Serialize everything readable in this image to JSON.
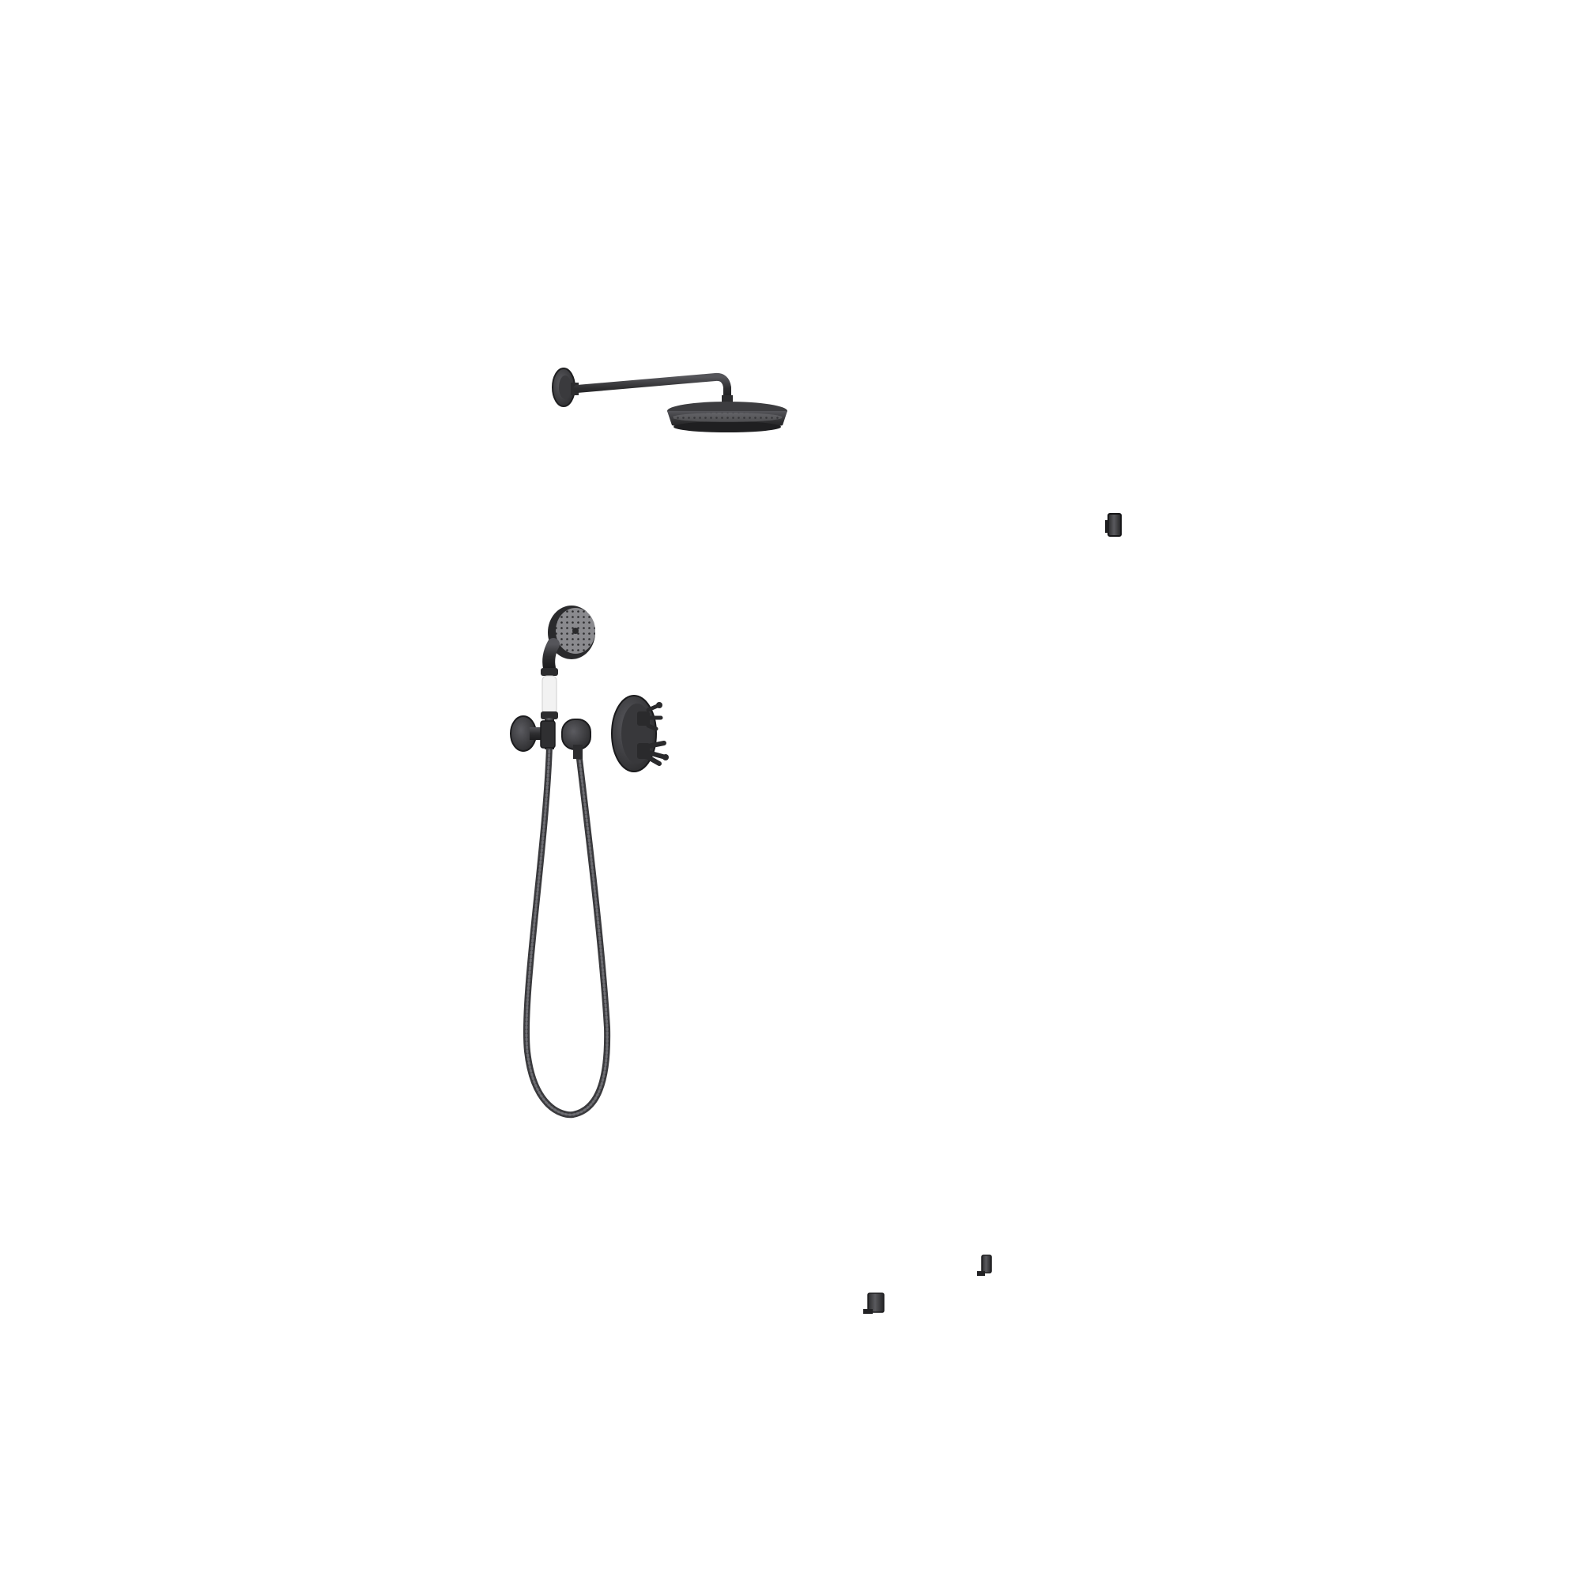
{
  "image": {
    "subject": "",
    "background_color": "#ffffff",
    "finish_color": "#2e2e30",
    "handle_insert_color": "#f2f2f2"
  },
  "components": [
    {
      "name": "shower-arm"
    },
    {
      "name": "rain-shower-head"
    },
    {
      "name": "hand-shower"
    },
    {
      "name": "shower-hose"
    },
    {
      "name": "wall-outlet-elbow"
    },
    {
      "name": "hand-shower-holder"
    },
    {
      "name": "thermostatic-valve-trim"
    },
    {
      "name": "wall-bracket"
    },
    {
      "name": "valve-clip-left"
    },
    {
      "name": "valve-clip-right"
    }
  ]
}
